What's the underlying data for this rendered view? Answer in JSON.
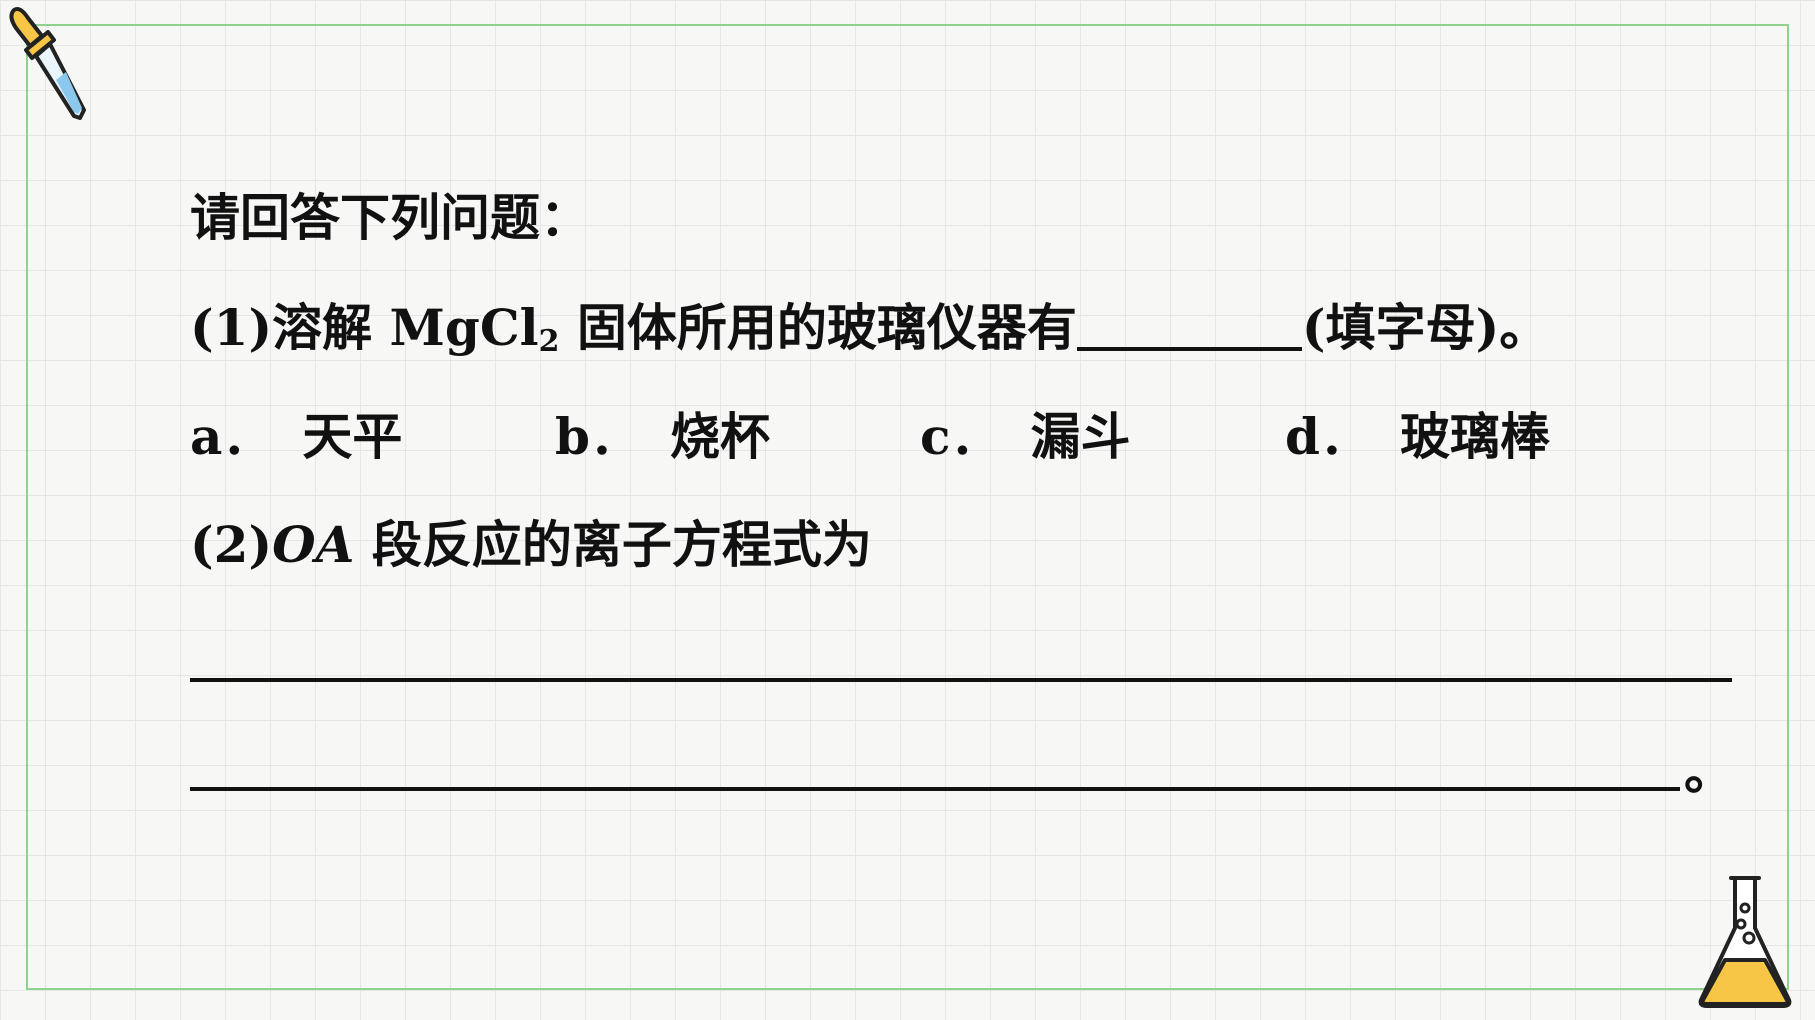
{
  "question": {
    "heading": "请回答下列问题：",
    "q1": {
      "prefix": "(1)溶解 MgCl",
      "subscript": "2",
      "middle": " 固体所用的玻璃仪器有",
      "suffix": "(填字母)。"
    },
    "options": [
      {
        "key": "a．",
        "text": "天平"
      },
      {
        "key": "b．",
        "text": "烧杯"
      },
      {
        "key": "c．",
        "text": "漏斗"
      },
      {
        "key": "d．",
        "text": "玻璃棒"
      }
    ],
    "q2": {
      "prefix": "(2)",
      "italic": "OA",
      "text": " 段反应的离子方程式为"
    },
    "end_mark": "。"
  },
  "icons": {
    "top_left": "dropper-icon",
    "bottom_right": "flask-icon"
  },
  "colors": {
    "frame": "#8fd28f",
    "flask_liquid": "#f7c646",
    "dropper_bulb": "#f7c646",
    "dropper_liquid": "#8cc8ee"
  }
}
